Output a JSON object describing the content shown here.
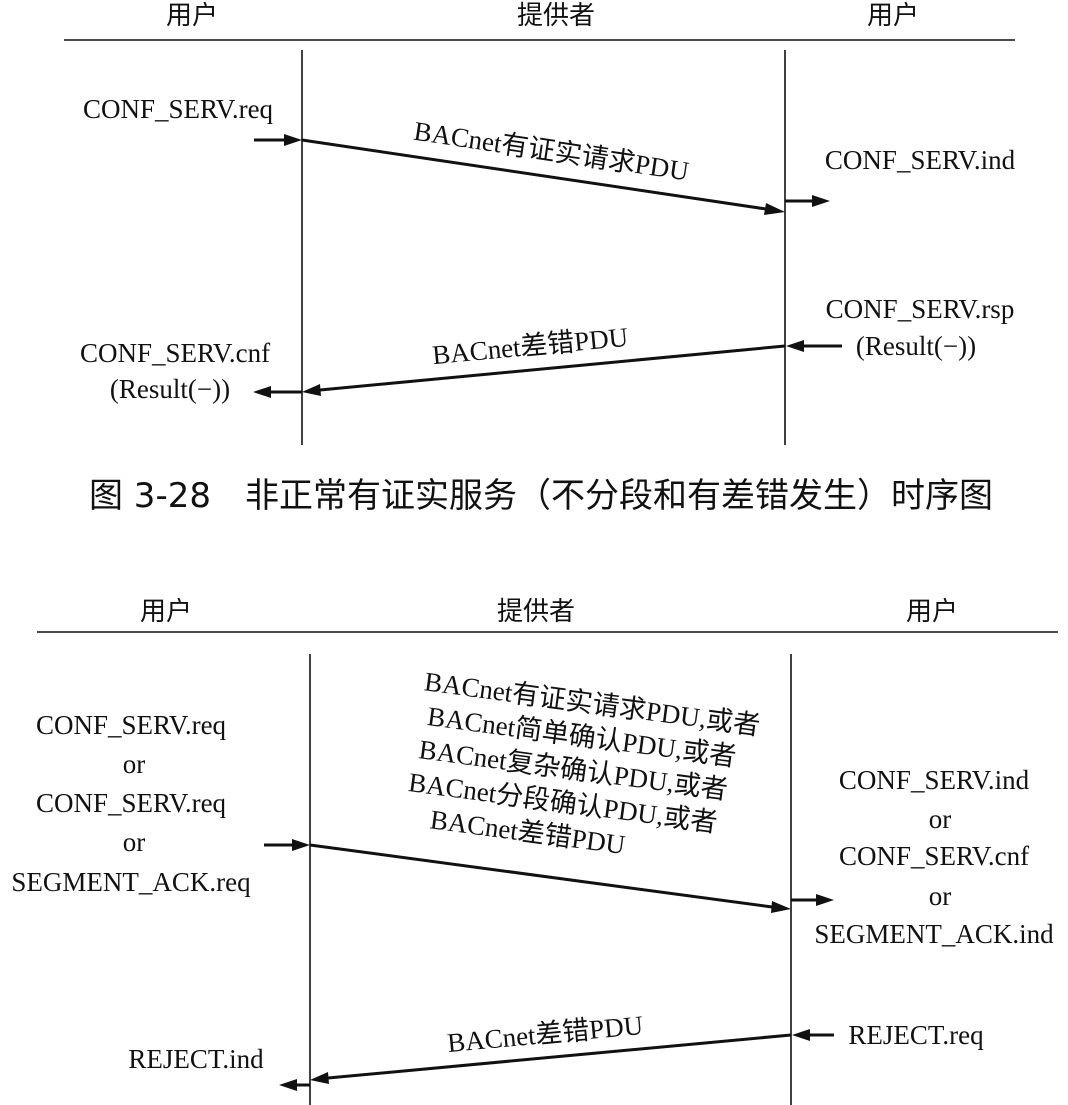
{
  "diagram1": {
    "headers": {
      "left": "用户",
      "middle": "提供者",
      "right": "用户"
    },
    "left_request": "CONF_SERV.req",
    "msg_request": "BACnet有证实请求PDU",
    "right_indication": "CONF_SERV.ind",
    "right_response": [
      "CONF_SERV.rsp",
      "(Result(−))"
    ],
    "msg_error": "BACnet差错PDU",
    "left_confirm": [
      "CONF_SERV.cnf",
      "(Result(−))"
    ],
    "caption": "图 3-28　非正常有证实服务（不分段和有差错发生）时序图"
  },
  "diagram2": {
    "headers": {
      "left": "用户",
      "middle": "提供者",
      "right": "用户"
    },
    "left_requests": [
      "CONF_SERV.req",
      "or",
      "CONF_SERV.req",
      "or",
      "SEGMENT_ACK.req"
    ],
    "msg_lines": [
      "BACnet有证实请求PDU,或者",
      "BACnet简单确认PDU,或者",
      "BACnet复杂确认PDU,或者",
      "BACnet分段确认PDU,或者",
      "BACnet差错PDU"
    ],
    "right_indications": [
      "CONF_SERV.ind",
      "or",
      "CONF_SERV.cnf",
      "or",
      "SEGMENT_ACK.ind"
    ],
    "right_reject_req": "REJECT.req",
    "msg_error": "BACnet差错PDU",
    "left_reject_ind": "REJECT.ind"
  }
}
